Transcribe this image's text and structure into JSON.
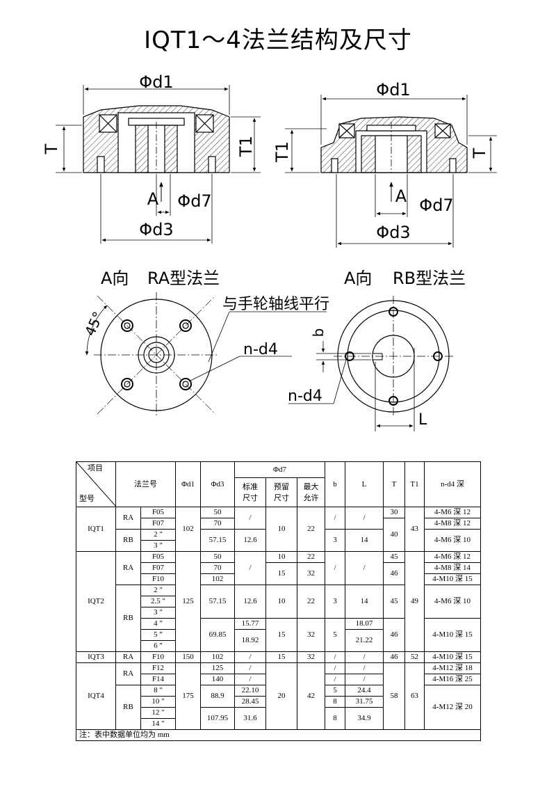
{
  "title": "IQT1～4法兰结构及尺寸",
  "drawing": {
    "left_section": {
      "d1": "Φd1",
      "T": "T",
      "T1": "T1",
      "A": "A",
      "d7": "Φd7",
      "d3": "Φd3"
    },
    "right_section": {
      "d1": "Φd1",
      "T": "T",
      "T1": "T1",
      "A": "A",
      "d7": "Φd7",
      "d3": "Φd3"
    },
    "ra_view": {
      "prefix": "A向",
      "title": "RA型法兰",
      "angle": "45°",
      "parallel_note": "与手轮轴线平行",
      "holes": "n-d4"
    },
    "rb_view": {
      "prefix": "A向",
      "title": "RB型法兰",
      "b": "b",
      "holes": "n-d4",
      "L": "L"
    }
  },
  "table": {
    "corner_item": "项目",
    "corner_model": "型号",
    "headers": {
      "flange": "法兰号",
      "d1": "Φd1",
      "d3": "Φd3",
      "d7": "Φd7",
      "std": "标准",
      "std2": "尺寸",
      "res": "预留",
      "res2": "尺寸",
      "max": "最大",
      "max2": "允许",
      "b": "b",
      "L": "L",
      "T": "T",
      "T1": "T1",
      "nd4": "n-d4 深"
    },
    "rows": {
      "iqt1": {
        "model": "IQT1",
        "ra": "RA",
        "rb": "RB",
        "d1": "102",
        "T1": "43",
        "f1": "F05",
        "f2": "F07",
        "f3": "2 \"",
        "f4": "3 \"",
        "d3_1": "50",
        "d3_2": "70",
        "d3_3": "57.15",
        "std_ra": "/",
        "std_rb": "12.6",
        "res": "10",
        "max": "22",
        "b_ra": "/",
        "b_rb": "3",
        "L_ra": "/",
        "L_rb": "14",
        "T_1": "30",
        "T_2": "40",
        "nd_1": "4-M6 深 12",
        "nd_2": "4-M8 深 12",
        "nd_3": "4-M6 深 10"
      },
      "iqt2": {
        "model": "IQT2",
        "ra": "RA",
        "rb": "RB",
        "d1": "125",
        "T1": "49",
        "f1": "F05",
        "f2": "F07",
        "f3": "F10",
        "f4": "2 \"",
        "f5": "2.5 \"",
        "f6": "3 \"",
        "f7": "4 \"",
        "f8": "5 \"",
        "f9": "6 \"",
        "d3_1": "50",
        "d3_2": "70",
        "d3_3": "102",
        "d3_4": "57.15",
        "d3_5": "69.85",
        "std_ra": "/",
        "std_1": "12.6",
        "std_2": "15.77",
        "std_3": "18.92",
        "res_1": "10",
        "res_2": "15",
        "res_3": "10",
        "res_4": "15",
        "max_1": "22",
        "max_2": "32",
        "max_3": "22",
        "max_4": "32",
        "b_ra": "/",
        "b_1": "3",
        "b_2": "5",
        "L_ra": "/",
        "L_1": "14",
        "L_2": "18.07",
        "L_3": "21.22",
        "T_1": "45",
        "T_2": "46",
        "T_3": "45",
        "T_4": "46",
        "nd_1": "4-M6 深 12",
        "nd_2": "4-M8 深 14",
        "nd_3": "4-M10 深 15",
        "nd_4": "4-M6 深 10",
        "nd_5": "4-M10 深 15"
      },
      "iqt3": {
        "model": "IQT3",
        "ra": "RA",
        "f1": "F10",
        "d1": "150",
        "d3": "102",
        "std": "/",
        "res": "15",
        "max": "32",
        "b": "/",
        "L": "/",
        "T": "46",
        "T1": "52",
        "nd": "4-M10 深 15"
      },
      "iqt4": {
        "model": "IQT4",
        "ra": "RA",
        "rb": "RB",
        "d1": "175",
        "T": "58",
        "T1": "63",
        "f1": "F12",
        "f2": "F14",
        "f3": "8 \"",
        "f4": "10 \"",
        "f5": "12 \"",
        "f6": "14 \"",
        "d3_1": "125",
        "d3_2": "140",
        "d3_3": "88.9",
        "d3_4": "107.95",
        "std_1": "/",
        "std_2": "/",
        "std_3": "22.10",
        "std_4": "28.45",
        "std_5": "31.6",
        "res": "20",
        "max": "42",
        "b_1": "/",
        "b_2": "/",
        "b_3": "5",
        "b_4": "8",
        "b_5": "8",
        "L_1": "/",
        "L_2": "/",
        "L_3": "24.4",
        "L_4": "31.75",
        "L_5": "34.9",
        "nd_1": "4-M12 深 18",
        "nd_2": "4-M16 深 25",
        "nd_3": "4-M12 深 20"
      }
    },
    "note": "注：表中数据单位均为 mm"
  }
}
